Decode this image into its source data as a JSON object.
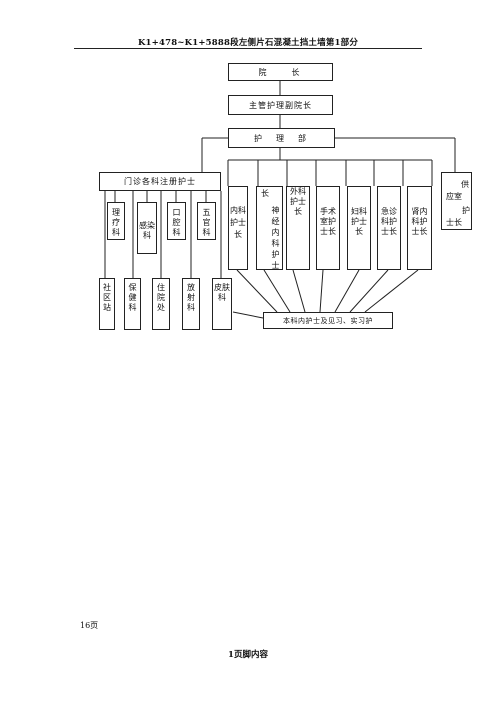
{
  "header": {
    "title": "K1+478~K1+5888段左侧片石混凝土挡土墙第1部分"
  },
  "chart": {
    "president": "院　　长",
    "vice_president": "主管护理副院长",
    "nursing_dept": "护　理　部",
    "outpatient": "门诊各科注册护士",
    "outpatient_subs": [
      "理疗科",
      "感染科",
      "口腔科",
      "五官科"
    ],
    "bottom_units": [
      "社区站",
      "保健科",
      "住院处",
      "放射科",
      "皮肤科"
    ],
    "head_nurses": [
      "内科护士长",
      "长",
      "神经内科护士",
      "外科护士长",
      "手术室护士长",
      "妇科护士长",
      "急诊科护士长",
      "肾内科护士长"
    ],
    "supply_room": [
      "供",
      "应室",
      "护",
      "士长"
    ],
    "staff_box": "本科内护士及见习、实习护"
  },
  "footer": {
    "page_label": "16页",
    "footer_text": "1页脚内容"
  }
}
